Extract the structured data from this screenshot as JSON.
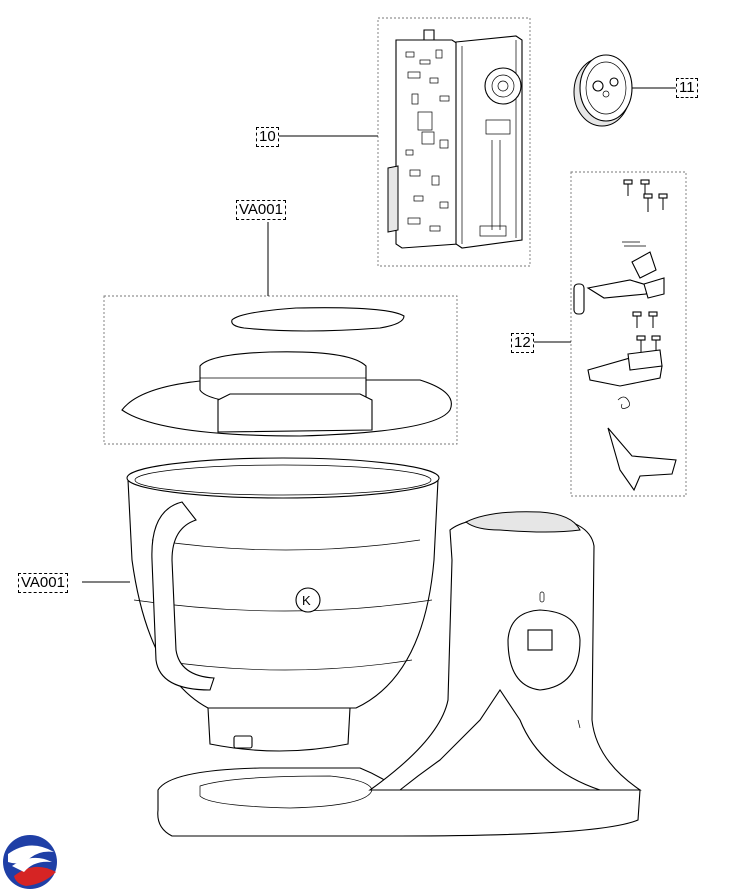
{
  "callouts": {
    "pcb": "10",
    "coupler": "11",
    "hardware": "12",
    "lid": "VA001",
    "bowl": "VA001"
  },
  "logo": {
    "name": "brand-swirl-logo",
    "colors": [
      "#1f3fa6",
      "#d62424"
    ]
  }
}
